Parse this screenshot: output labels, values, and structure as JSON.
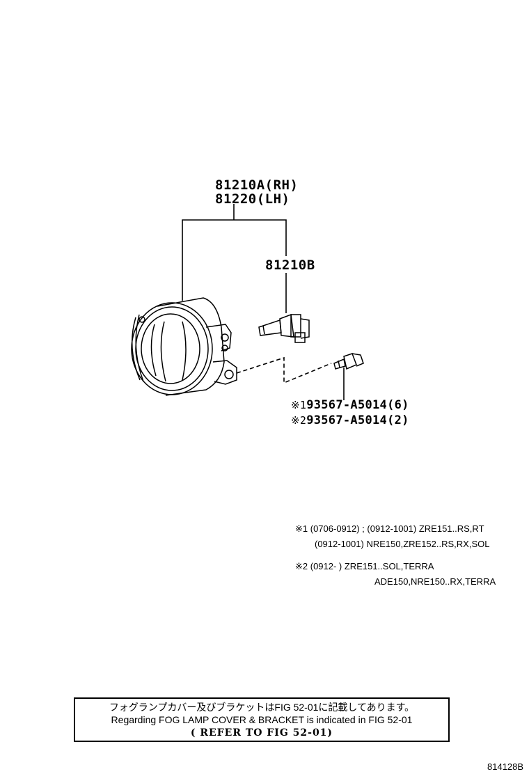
{
  "parts": {
    "fog_lamp_rh": "81210A(RH)",
    "fog_lamp_lh": "81220(LH)",
    "bulb": "81210B",
    "screw_1": "93567-A5014(6)",
    "screw_2": "93567-A5014(2)",
    "screw_1_mark": "※1",
    "screw_2_mark": "※2"
  },
  "notes": {
    "n1_line1": "※1 (0706-0912) ; (0912-1001) ZRE151..RS,RT",
    "n1_line2": "(0912-1001) NRE150,ZRE152..RS,RX,SOL",
    "n2_line1": "※2 (0912-          ) ZRE151..SOL,TERRA",
    "n2_line2": "ADE150,NRE150..RX,TERRA"
  },
  "reference_box": {
    "japanese": "フォグランプカバー及びブラケットはFIG 52-01に記載してあります。",
    "english": "Regarding FOG LAMP COVER & BRACKET is indicated in FIG 52-01",
    "refer": "( REFER TO FIG 52-01)"
  },
  "figure_id": "814128B"
}
